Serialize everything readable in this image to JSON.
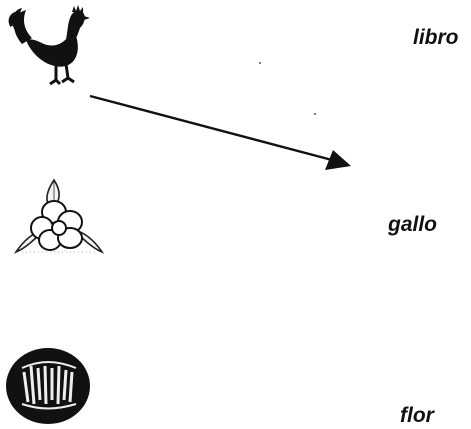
{
  "words": [
    "libro",
    "gallo",
    "flor"
  ],
  "pictures": [
    "rooster-icon",
    "flower-icon",
    "book-icon"
  ],
  "arrow": {
    "from_picture": "rooster-icon",
    "to_word": "gallo"
  },
  "colors": {
    "ink": "#111111",
    "background": "#ffffff"
  }
}
